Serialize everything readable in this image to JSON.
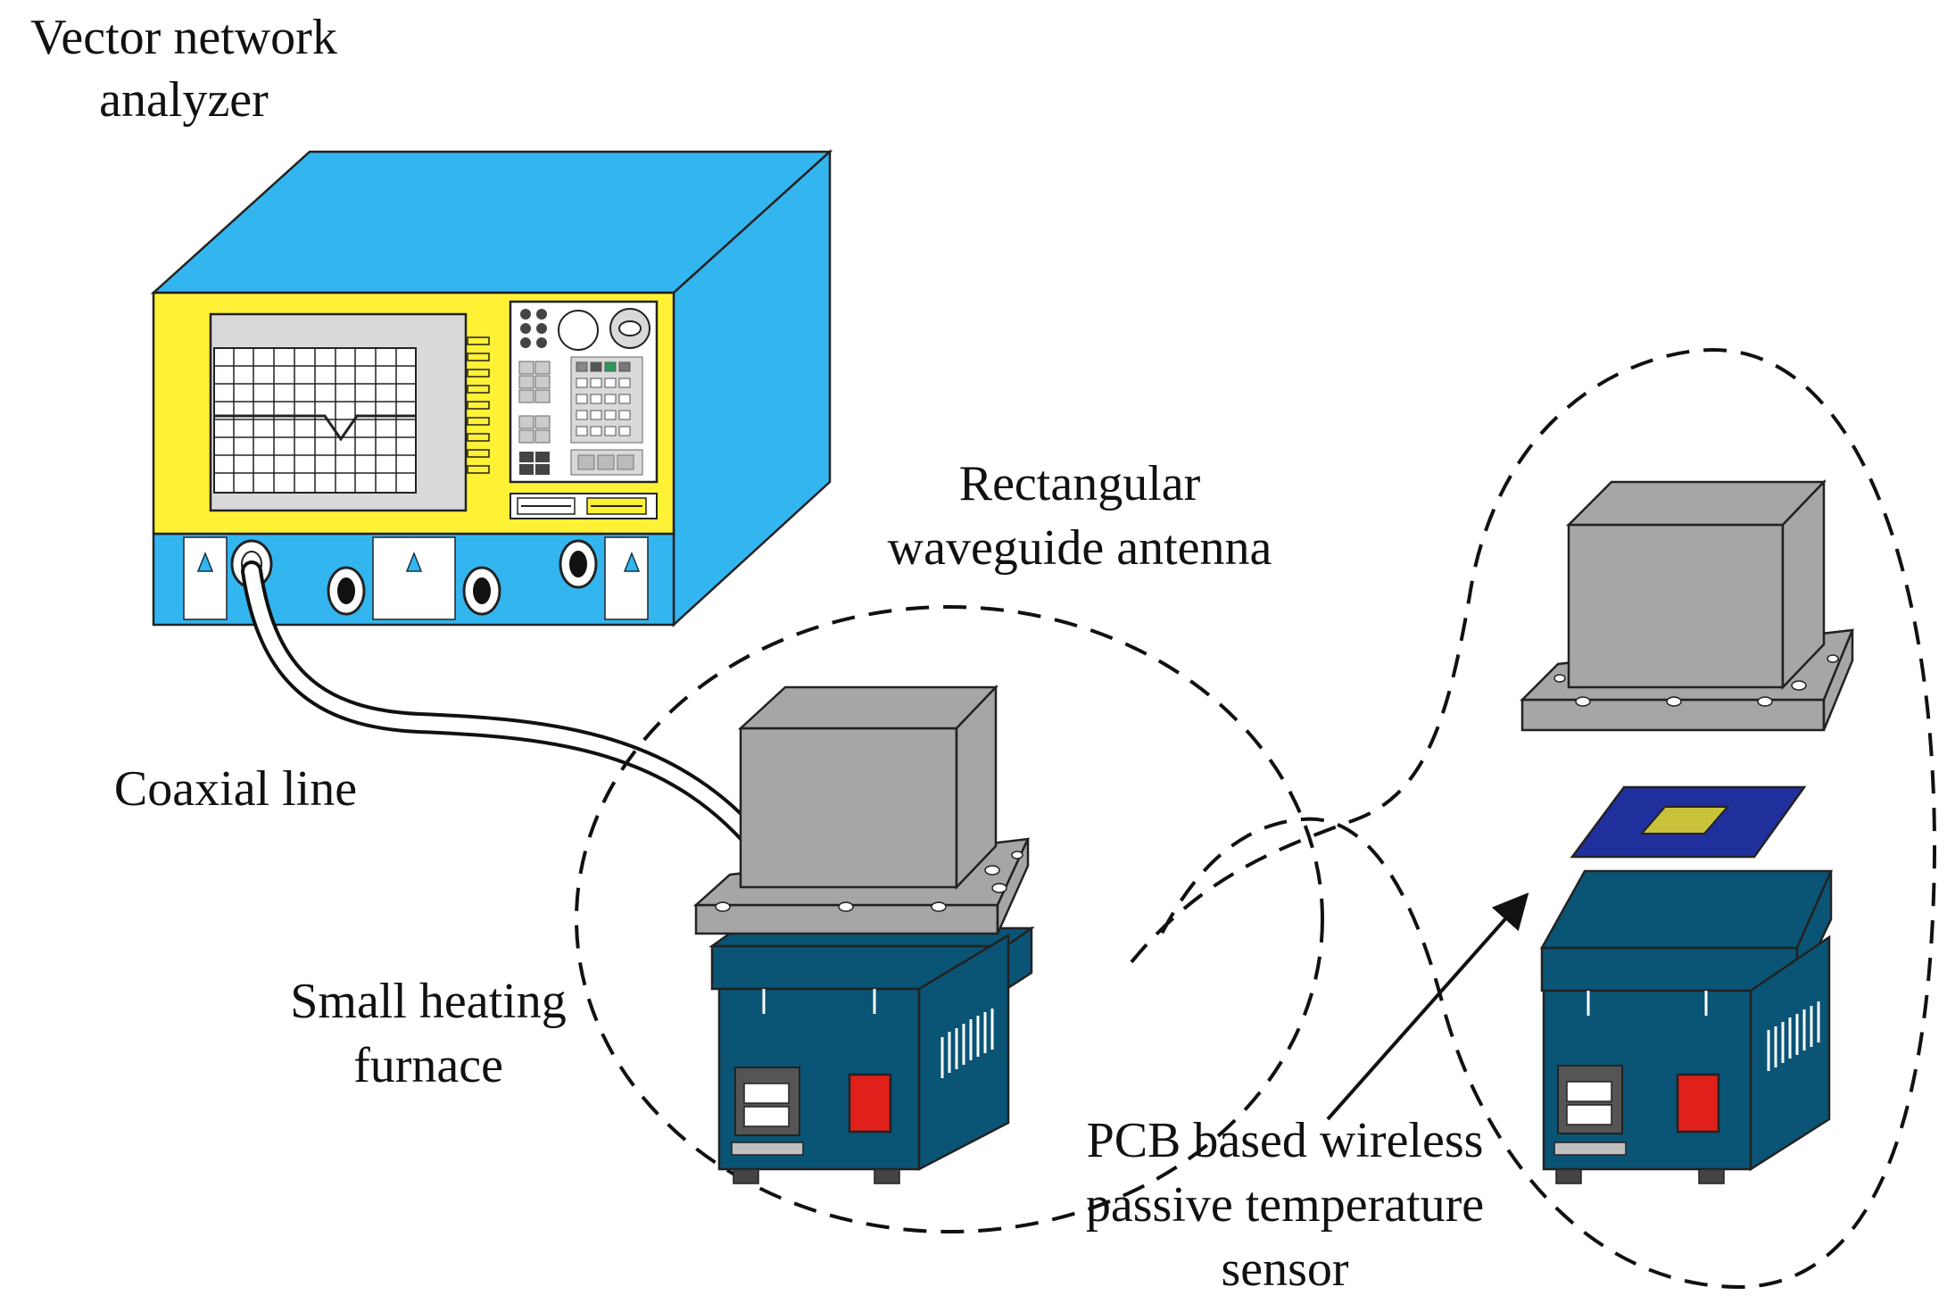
{
  "labels": {
    "vna_line1": "Vector network",
    "vna_line2": "analyzer",
    "waveguide_line1": "Rectangular",
    "waveguide_line2": "waveguide antenna",
    "coaxial": "Coaxial line",
    "furnace_line1": "Small heating",
    "furnace_line2": "furnace",
    "sensor_line1": "PCB based wireless",
    "sensor_line2": "passive temperature",
    "sensor_line3": "sensor"
  },
  "colors": {
    "analyzer_body": "#33b6f0",
    "analyzer_panel": "#fff135",
    "screen": "#d9d9d9",
    "antenna_gray": "#a6a6a6",
    "furnace_blue": "#0a5475",
    "switch_red": "#e0201b",
    "pcb_blue": "#1f2f9c",
    "patch_yellow": "#c9c23a"
  },
  "icons": {
    "warning": "warning-triangle-icon",
    "arrow": "arrow-icon"
  }
}
